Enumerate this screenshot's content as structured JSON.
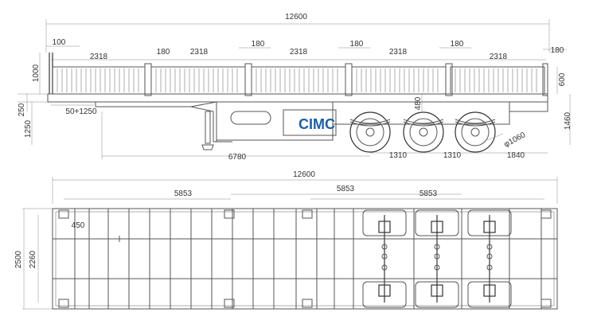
{
  "brand": {
    "logo_text": "CIMC",
    "logo_color": "#1a5fa8"
  },
  "side_view": {
    "overall_length": "12600",
    "front_overhang": "100",
    "gap_label": "180",
    "panel_width": "2318",
    "stake_length": "180",
    "side_board_height": "1000",
    "rear_board_height": "600",
    "deck_thickness": "250",
    "kingpin_position": "50+1250",
    "kingpin_height": "1250",
    "kingpin_to_first_axle": "6780",
    "axle_spacing_1": "1310",
    "axle_spacing_2": "1310",
    "rear_overhang": "1840",
    "wheel_diameter": "φ1060",
    "suspension_label": "480",
    "overall_height": "1460"
  },
  "top_view": {
    "overall_length": "12600",
    "twistlock_spacing_1": "5853",
    "twistlock_spacing_2": "5853",
    "twistlock_spacing_3": "5853",
    "side_offset": "450",
    "overall_width": "2500",
    "twistlock_width": "2260"
  }
}
